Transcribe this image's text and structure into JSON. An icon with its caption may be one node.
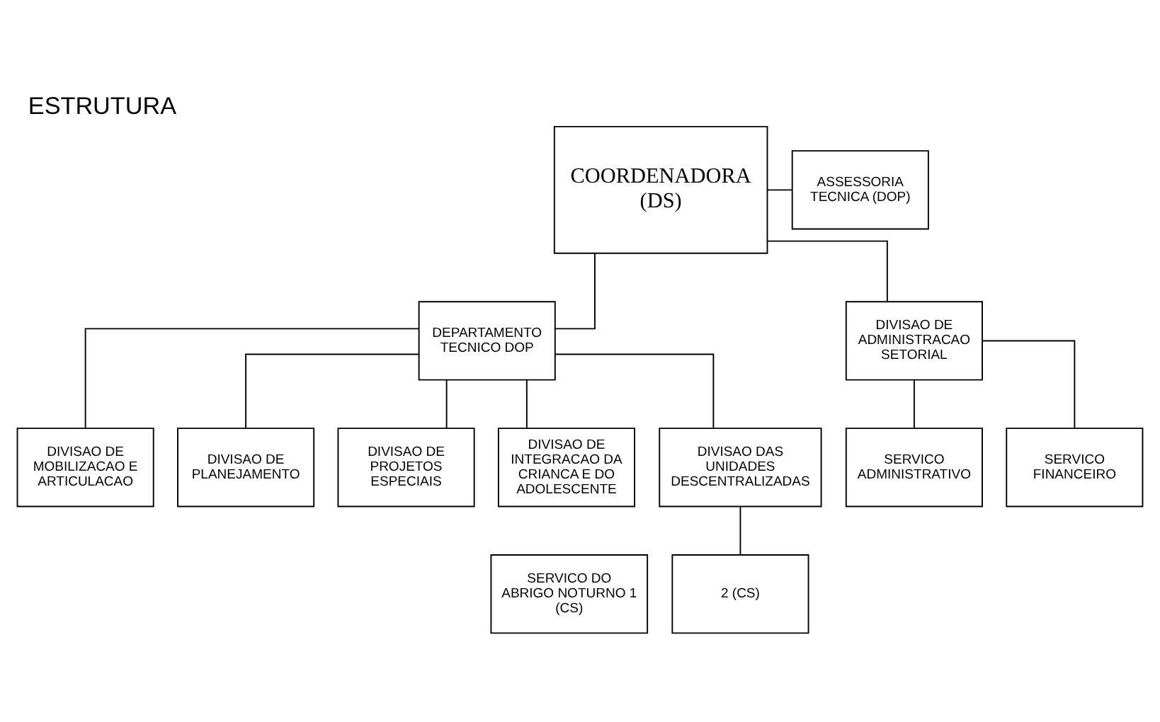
{
  "diagram": {
    "title": "ESTRUTURA",
    "nodes": [
      {
        "text": [
          "COORDENADORA (DS)"
        ]
      },
      {
        "text": [
          "ASSESSORIA TECNICA (DOP)"
        ]
      },
      {
        "text": [
          "DEPARTAMENTO TECNICO DOP"
        ]
      },
      {
        "text": [
          "DIVISAO DE MOBILIZACAO E ARTICULACAO"
        ]
      },
      {
        "text": [
          "DIVISAO DE PLANEJAMENTO"
        ]
      },
      {
        "text": [
          "DIVISAO DE PROJETOS ESPECIAIS"
        ]
      },
      {
        "text": [
          "DIVISAO DE INTEGRACAO DA CRIANCA E DO ADOLESCENTE"
        ]
      },
      {
        "text": [
          "DIVISAO DAS UNIDADES DESCENTRALIZADAS"
        ]
      },
      {
        "text": [
          "DIVISAO DE ADMINISTRACAO SETORIAL"
        ]
      },
      {
        "text": [
          "SERVICO DO ABRIGO NOTURNO 1 (CS)"
        ]
      },
      {
        "text": [
          "2 (CS)"
        ]
      },
      {
        "text": [
          "SERVICO ADMINISTRATIVO"
        ]
      },
      {
        "text": [
          "SERVICO FINANCEIRO"
        ]
      }
    ],
    "edges": [
      {
        "from": 0,
        "to": 1,
        "arrow": "none"
      },
      {
        "from": 0,
        "to": 2,
        "arrow": "none"
      },
      {
        "from": 0,
        "to": 8,
        "arrow": "none"
      },
      {
        "from": 2,
        "to": 3,
        "arrow": "none"
      },
      {
        "from": 2,
        "to": 4,
        "arrow": "none"
      },
      {
        "from": 2,
        "to": 5,
        "arrow": "none"
      },
      {
        "from": 2,
        "to": 6,
        "arrow": "none"
      },
      {
        "from": 2,
        "to": 7,
        "arrow": "none"
      },
      {
        "from": 7,
        "to": 10,
        "arrow": "none"
      },
      {
        "from": 8,
        "to": 11,
        "arrow": "none"
      },
      {
        "from": 8,
        "to": 12,
        "arrow": "none"
      }
    ]
  }
}
